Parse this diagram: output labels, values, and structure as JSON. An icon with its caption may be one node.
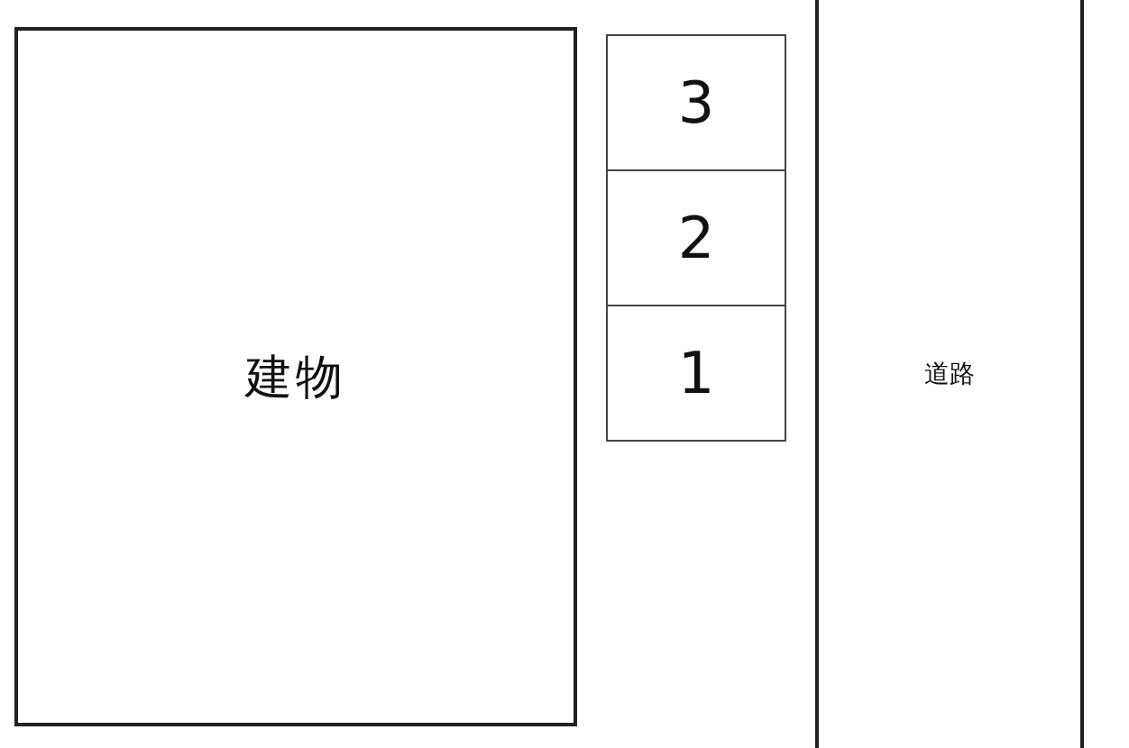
{
  "diagram": {
    "nodes": [
      {
        "text": [
          "建物"
        ]
      },
      {
        "text": [
          "3"
        ]
      },
      {
        "text": [
          "2"
        ]
      },
      {
        "text": [
          "1"
        ]
      },
      {
        "text": [
          "道路"
        ]
      }
    ]
  }
}
